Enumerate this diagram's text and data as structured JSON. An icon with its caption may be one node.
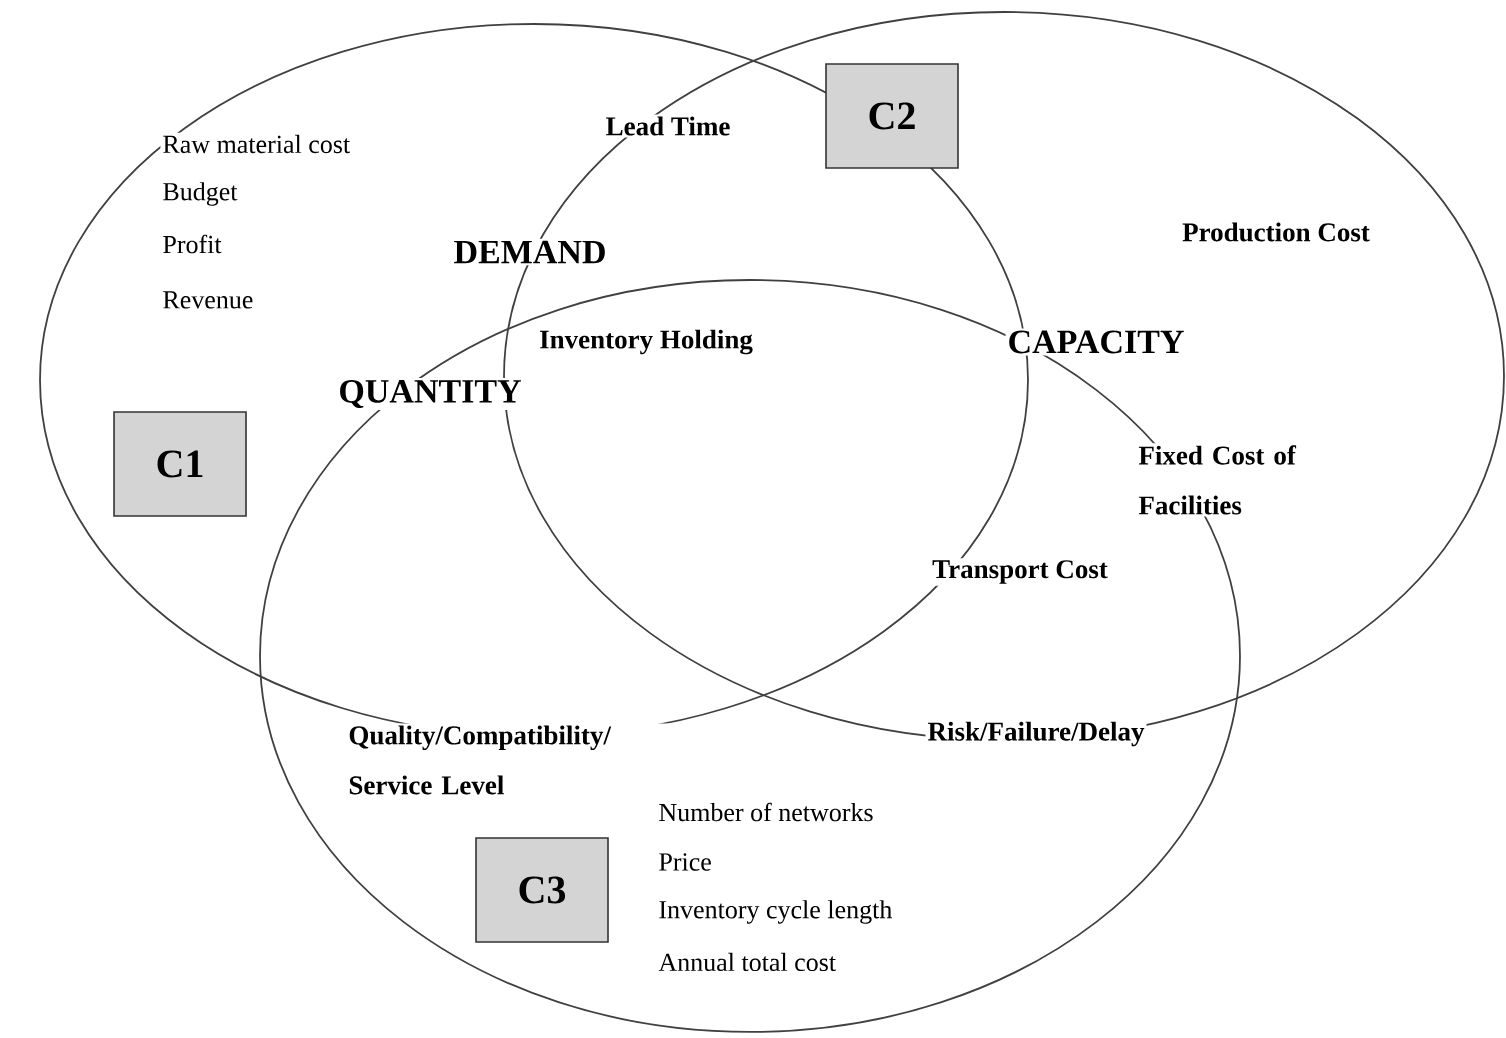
{
  "diagram": {
    "nodes": [
      {
        "text": [],
        "shape": "ellipse"
      },
      {
        "text": [],
        "shape": "ellipse"
      },
      {
        "text": [],
        "shape": "ellipse"
      },
      {
        "text": [
          "C1"
        ],
        "in": 0
      },
      {
        "text": [
          "C2"
        ],
        "in": 1
      },
      {
        "text": [
          "C3"
        ],
        "in": 2
      }
    ],
    "labels": [
      "Raw material cost",
      "Lead Time",
      "Budget",
      "Profit",
      "DEMAND",
      "Production Cost",
      "Revenue",
      "Inventory Holding",
      "CAPACITY",
      "QUANTITY",
      "Fixed Cost of Facilities",
      "Transport Cost",
      "Quality/Compatibility/ Service Level",
      "Risk/Failure/Delay",
      "Number of networks",
      "Price",
      "Inventory cycle length",
      "Annual total cost"
    ]
  }
}
